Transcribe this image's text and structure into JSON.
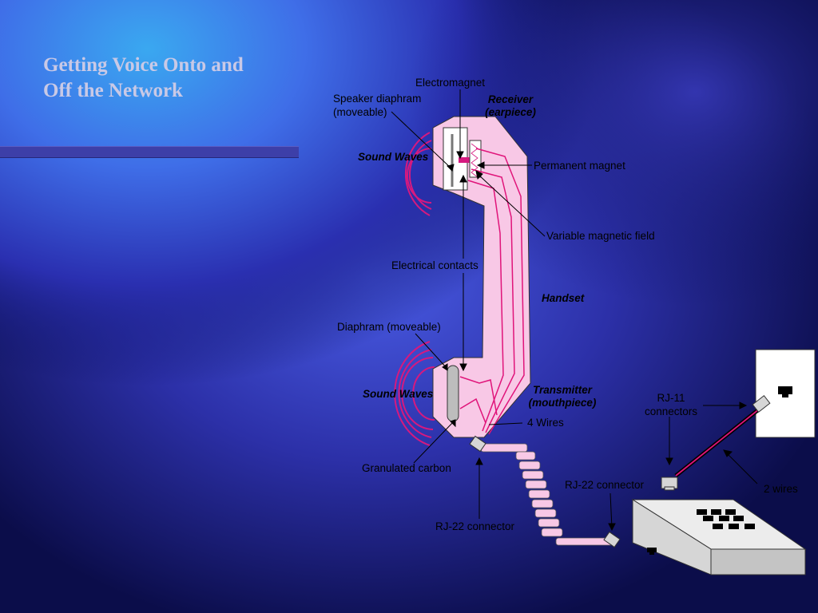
{
  "slide": {
    "title_line1": "Getting Voice Onto and",
    "title_line2": "Off the Network"
  },
  "colors": {
    "background_dark": "#0a0f5c",
    "background_glow": "#3aa8f0",
    "title_text": "#c9c9e6",
    "title_bar": "#3d3fa8",
    "handset_fill": "#f8c8e6",
    "wire_magenta": "#e0147a",
    "sound_wave": "#d6197f",
    "device_gray": "#d6d6d6"
  },
  "labels": {
    "electromagnet": "Electromagnet",
    "speaker_diaphram_line1": "Speaker diaphram",
    "speaker_diaphram_line2": "(moveable)",
    "receiver_line1": "Receiver",
    "receiver_line2": "(earpiece)",
    "sound_waves_top": "Sound Waves",
    "permanent_magnet": "Permanent magnet",
    "variable_magnetic_field": "Variable magnetic field",
    "electrical_contacts": "Electrical contacts",
    "handset": "Handset",
    "diaphram_moveable": "Diaphram (moveable)",
    "sound_waves_bottom": "Sound Waves",
    "transmitter_line1": "Transmitter",
    "transmitter_line2": "(mouthpiece)",
    "four_wires": "4 Wires",
    "granulated_carbon": "Granulated carbon",
    "rj11_line1": "RJ-11",
    "rj11_line2": "connectors",
    "rj22_connector_right": "RJ-22 connector",
    "rj22_connector_bottom": "RJ-22 connector",
    "two_wires": "2 wires"
  }
}
